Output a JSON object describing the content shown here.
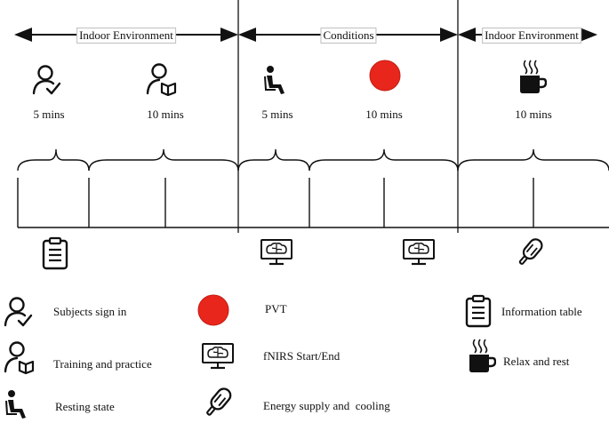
{
  "phases": [
    {
      "label": "Indoor Environment"
    },
    {
      "label": "Conditions"
    },
    {
      "label": "Indoor Environment"
    }
  ],
  "durations": [
    "5 mins",
    "10 mins",
    "5 mins",
    "10 mins",
    "10 mins"
  ],
  "timeline_icons": [
    "clipboard-icon",
    "brain-monitor-icon",
    "brain-monitor-icon",
    "popsicle-icon"
  ],
  "legend": [
    {
      "icon": "person-check-icon",
      "label": "Subjects sign in"
    },
    {
      "icon": "person-book-icon",
      "label": "Training and practice"
    },
    {
      "icon": "seated-person-icon",
      "label": "Resting state"
    },
    {
      "icon": "red-circle-icon",
      "label": "PVT"
    },
    {
      "icon": "brain-monitor-icon",
      "label": "fNIRS Start/End"
    },
    {
      "icon": "popsicle-icon",
      "label": "Energy supply and  cooling"
    },
    {
      "icon": "clipboard-icon",
      "label": "Information table"
    },
    {
      "icon": "coffee-cup-icon",
      "label": "Relax and rest"
    }
  ],
  "colors": {
    "pvt_red": "#e8261b",
    "line": "#111111"
  }
}
